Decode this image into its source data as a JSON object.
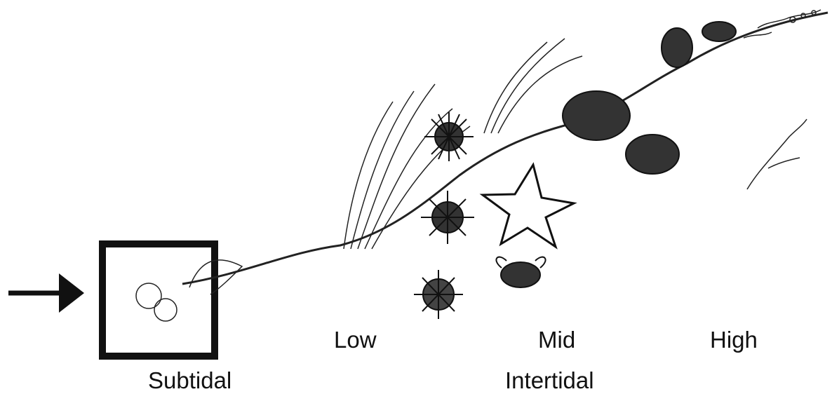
{
  "zones": {
    "low": "Low",
    "mid": "Mid",
    "high": "High",
    "subtidal": "Subtidal",
    "intertidal": "Intertidal"
  },
  "colors": {
    "ink": "#111111",
    "background": "#ffffff"
  }
}
